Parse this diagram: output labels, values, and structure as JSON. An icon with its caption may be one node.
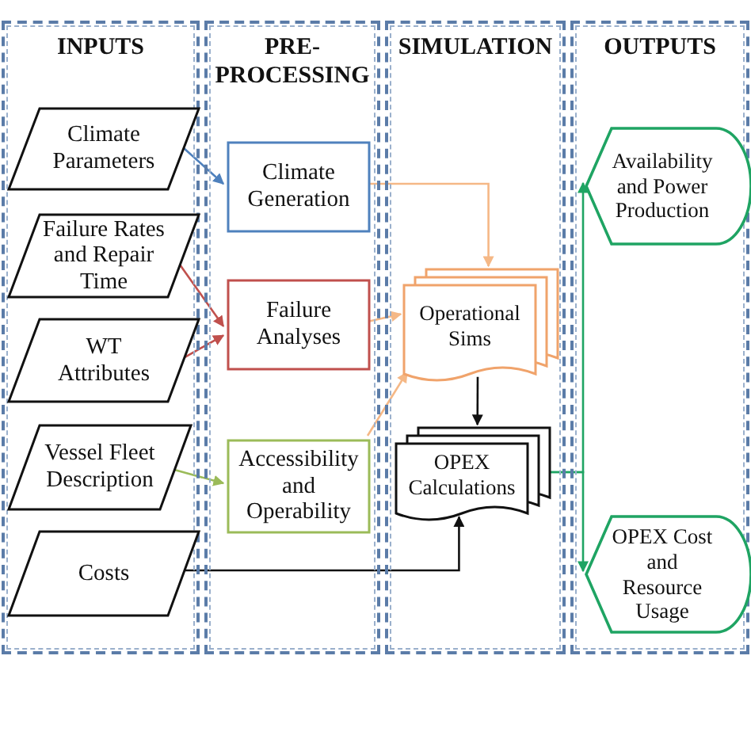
{
  "diagram": {
    "nodes": [
      {
        "text": [
          "INPUTS"
        ]
      },
      {
        "text": [
          "PRE- PROCESSING"
        ]
      },
      {
        "text": [
          "SIMULATION"
        ]
      },
      {
        "text": [
          "OUTPUTS"
        ]
      },
      {
        "text": [
          "Climate Parameters"
        ],
        "in": 0
      },
      {
        "text": [
          "Failure Rates and Repair Time"
        ],
        "in": 0
      },
      {
        "text": [
          "WT Attributes"
        ],
        "in": 0
      },
      {
        "text": [
          "Vessel Fleet Description"
        ],
        "in": 0
      },
      {
        "text": [
          "Costs"
        ],
        "in": 0
      },
      {
        "text": [
          "Climate Generation"
        ],
        "in": 1
      },
      {
        "text": [
          "Failure Analyses"
        ],
        "in": 1
      },
      {
        "text": [
          "Accessibility and Operability"
        ],
        "in": 1
      },
      {
        "text": [
          "Operational Sims"
        ],
        "in": 2
      },
      {
        "text": [
          "OPEX Calculations"
        ],
        "in": 2
      },
      {
        "text": [
          "Availability and Power Production"
        ],
        "in": 3
      },
      {
        "text": [
          "OPEX Cost and Resource Usage"
        ],
        "in": 3
      }
    ],
    "edges": [
      {
        "from": 4,
        "to": 9,
        "arrow": "to",
        "color": "#4f81bd"
      },
      {
        "from": 5,
        "to": 10,
        "arrow": "to",
        "color": "#c0504d"
      },
      {
        "from": 6,
        "to": 10,
        "arrow": "to",
        "color": "#c0504d"
      },
      {
        "from": 7,
        "to": 11,
        "arrow": "to",
        "color": "#9bbb59"
      },
      {
        "from": 9,
        "to": 12,
        "arrow": "to",
        "color": "#f5b886"
      },
      {
        "from": 10,
        "to": 12,
        "arrow": "to",
        "color": "#f5b886"
      },
      {
        "from": 11,
        "to": 12,
        "arrow": "to",
        "color": "#f5b886"
      },
      {
        "from": 12,
        "to": 13,
        "arrow": "to",
        "color": "#111111"
      },
      {
        "from": 8,
        "to": 13,
        "arrow": "to",
        "color": "#111111"
      },
      {
        "from": 13,
        "to": 14,
        "arrow": "to",
        "color": "#1fa463"
      },
      {
        "from": 13,
        "to": 15,
        "arrow": "to",
        "color": "#1fa463"
      }
    ]
  }
}
